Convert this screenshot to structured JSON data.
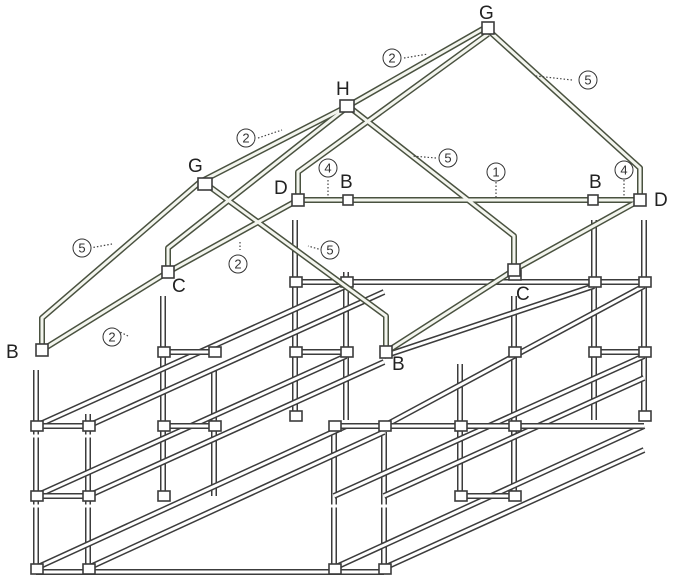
{
  "labels": {
    "g_top": "G",
    "g_left": "G",
    "h": "H",
    "d_left": "D",
    "d_right": "D",
    "b_upper_left": "B",
    "b_upper_right": "B",
    "b_far_left": "B",
    "b_center": "B",
    "c_left": "C",
    "c_right": "C"
  },
  "part_numbers": {
    "p1": "1",
    "p2a": "2",
    "p2b": "2",
    "p2c": "2",
    "p2d": "2",
    "p4a": "4",
    "p4b": "4",
    "p5a": "5",
    "p5b": "5",
    "p5c": "5",
    "p5d": "5"
  }
}
